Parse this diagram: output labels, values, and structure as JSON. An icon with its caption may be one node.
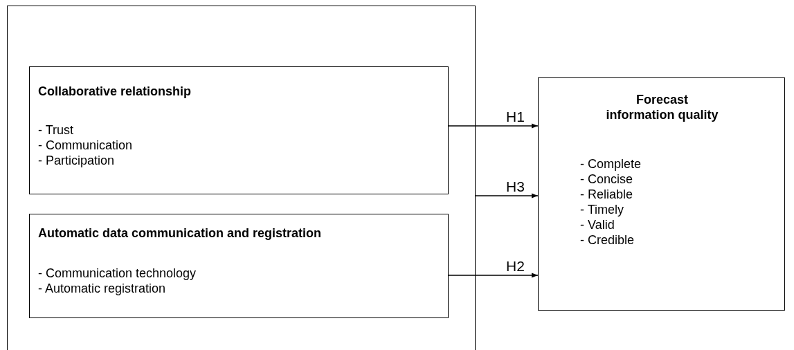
{
  "diagram": {
    "nodes": [
      {
        "text": [],
        "shape": "box"
      },
      {
        "text": [
          "Collaborative relationship",
          "- Trust",
          "- Communication",
          "- Participation"
        ],
        "in": 0
      },
      {
        "text": [
          "Automatic data communication and registration",
          "- Communication technology",
          "- Automatic registration"
        ],
        "in": 0
      },
      {
        "text": [
          "Forecast information quality",
          "- Complete",
          "- Concise",
          "- Reliable",
          "- Timely",
          "- Valid",
          "- Credible"
        ]
      }
    ],
    "edges": [
      {
        "from": 1,
        "to": 3,
        "arrow": "to",
        "label": "H1"
      },
      {
        "from": 0,
        "to": 3,
        "arrow": "to",
        "label": "H3"
      },
      {
        "from": 2,
        "to": 3,
        "arrow": "to",
        "label": "H2"
      }
    ]
  }
}
